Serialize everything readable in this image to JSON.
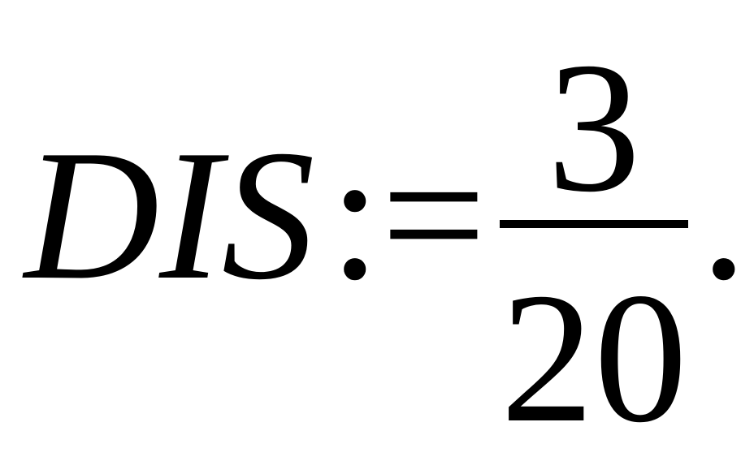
{
  "formula": {
    "variable": "DIS",
    "operator": ":=",
    "numerator": "3",
    "denominator": "20",
    "terminator": "."
  },
  "colors": {
    "text": "#000000",
    "background": "#ffffff"
  }
}
